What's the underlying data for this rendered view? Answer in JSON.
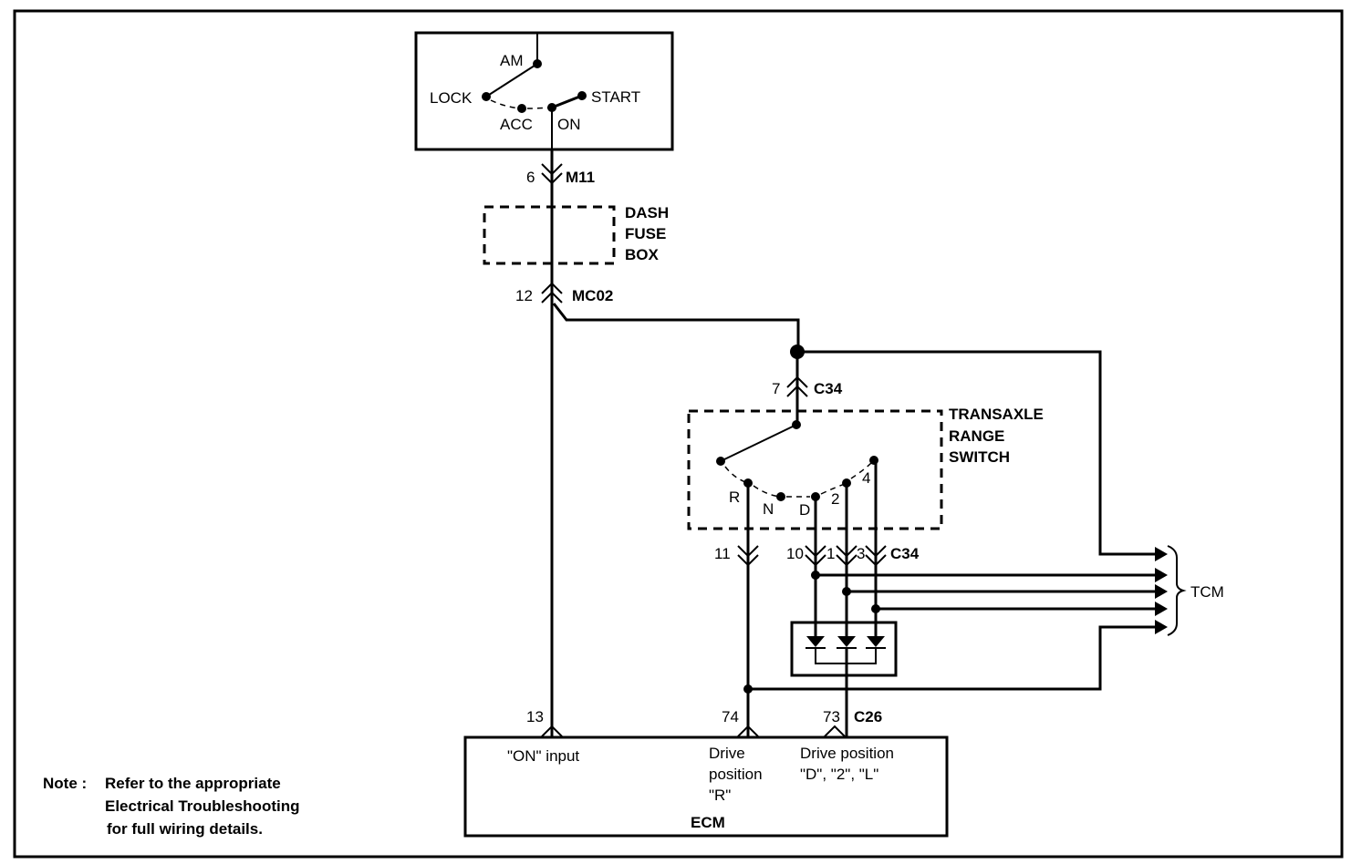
{
  "diagram": {
    "ignition_switch": {
      "positions": [
        "AM",
        "LOCK",
        "ACC",
        "ON",
        "START"
      ]
    },
    "connectors": {
      "m11": {
        "pin": "6",
        "name": "M11"
      },
      "mc02": {
        "pin": "12",
        "name": "MC02"
      },
      "c34_top": {
        "pin": "7",
        "name": "C34"
      },
      "c34_bottom": {
        "pins": [
          "11",
          "10",
          "1",
          "3"
        ],
        "name": "C34"
      },
      "c26": {
        "pins": [
          "13",
          "74",
          "73"
        ],
        "name": "C26"
      }
    },
    "dash_fuse_box": {
      "lines": [
        "DASH",
        "FUSE",
        "BOX"
      ]
    },
    "transaxle_range_switch": {
      "lines": [
        "TRANSAXLE",
        "RANGE",
        "SWITCH"
      ],
      "positions": [
        "R",
        "N",
        "D",
        "2",
        "4"
      ]
    },
    "tcm": {
      "label": "TCM"
    },
    "ecm": {
      "label": "ECM",
      "inputs": [
        {
          "lines": [
            "\"ON\" input"
          ]
        },
        {
          "lines": [
            "Drive",
            "position",
            "\"R\""
          ]
        },
        {
          "lines": [
            "Drive position",
            "\"D\", \"2\", \"L\""
          ]
        }
      ]
    },
    "note": {
      "prefix": "Note :",
      "lines": [
        "Refer to the appropriate",
        "Electrical Troubleshooting",
        "for full wiring details."
      ]
    }
  }
}
